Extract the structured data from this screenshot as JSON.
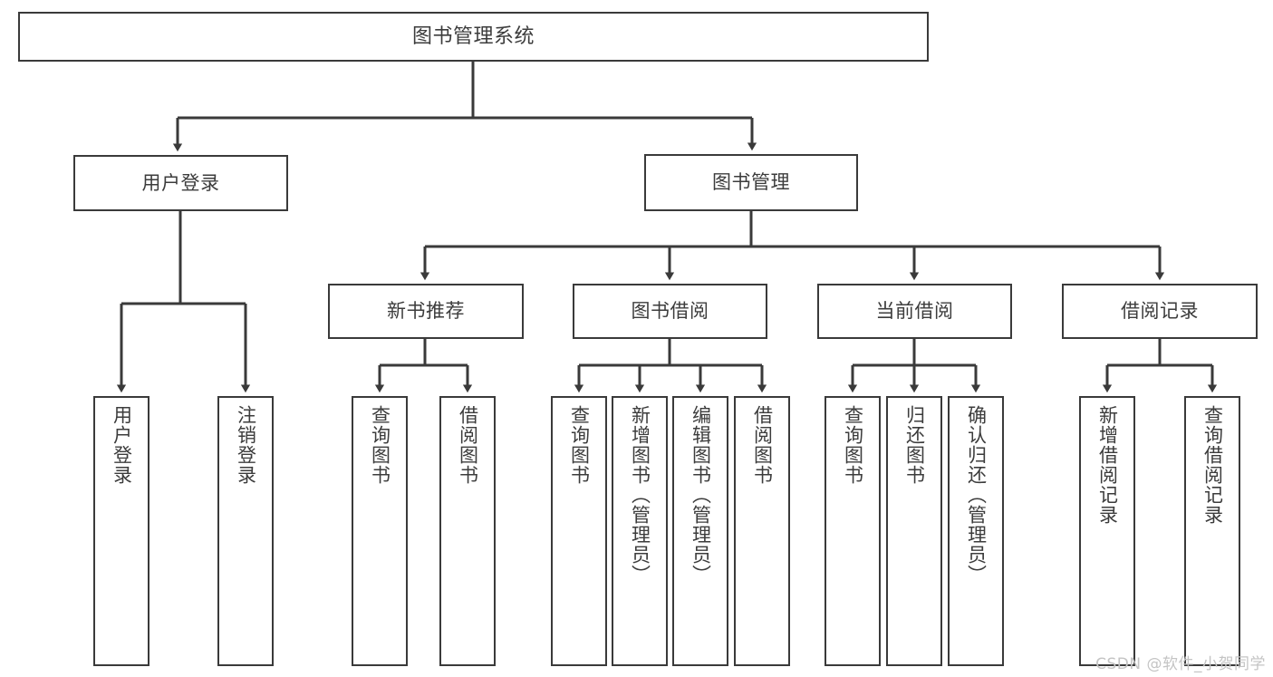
{
  "diagram": {
    "type": "tree",
    "title": "图书管理系统",
    "watermark": "CSDN @软件_小贺同学",
    "colors": {
      "stroke": "#3a3a3a",
      "text": "#3c3c3c",
      "background": "#ffffff",
      "watermark": "#c4c4c4"
    },
    "nodes": {
      "root": {
        "label": "图书管理系统"
      },
      "level1": [
        {
          "label": "用户登录"
        },
        {
          "label": "图书管理"
        }
      ],
      "level2": [
        {
          "label": "新书推荐"
        },
        {
          "label": "图书借阅"
        },
        {
          "label": "当前借阅"
        },
        {
          "label": "借阅记录"
        }
      ],
      "leaves": {
        "user_login": [
          {
            "label": "用户登录"
          },
          {
            "label": "注销登录"
          }
        ],
        "new_book": [
          {
            "label": "查询图书"
          },
          {
            "label": "借阅图书"
          }
        ],
        "borrow_book": [
          {
            "label": "查询图书"
          },
          {
            "label": "新增图书（管理员）"
          },
          {
            "label": "编辑图书（管理员）"
          },
          {
            "label": "借阅图书"
          }
        ],
        "current_borrow": [
          {
            "label": "查询图书"
          },
          {
            "label": "归还图书"
          },
          {
            "label": "确认归还（管理员）"
          }
        ],
        "borrow_record": [
          {
            "label": "新增借阅记录"
          },
          {
            "label": "查询借阅记录"
          }
        ]
      }
    }
  }
}
